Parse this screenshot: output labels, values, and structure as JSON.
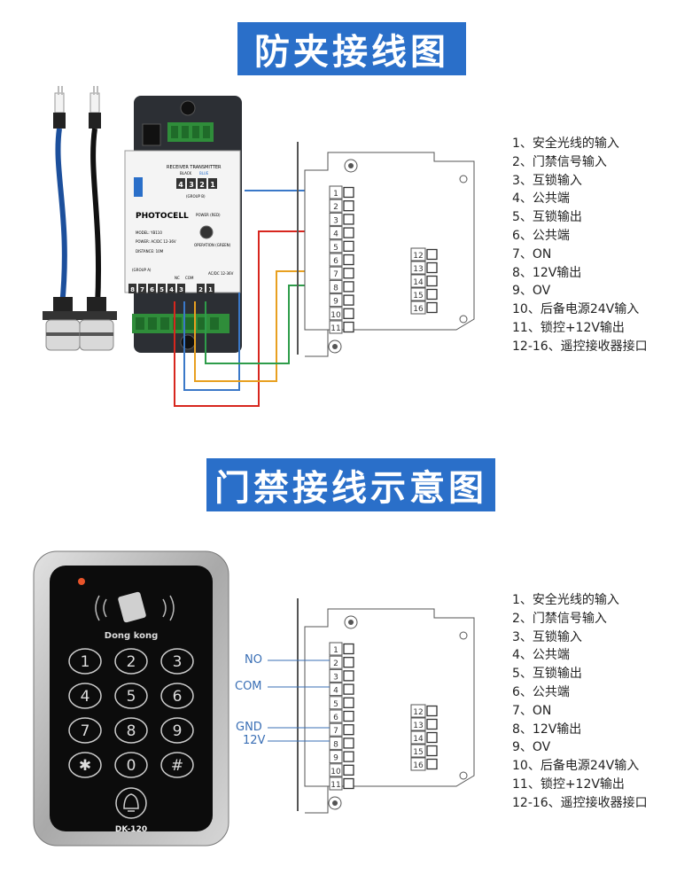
{
  "section1": {
    "title": "防夹接线图",
    "photocell": {
      "name": "PHOTOCELL",
      "model": "MODEL: YB110",
      "power": "POWER: AC/DC 12-36V",
      "distance": "DISTANCE: 10M",
      "receiver_transmitter": "RECEIVER TRANSMITTER",
      "black": "BLACK",
      "blue": "BLUE",
      "group_b": "(GROUP B)",
      "group_a": "(GROUP A)",
      "power_led": "POWER (RED)",
      "operation_led": "OPERATION (GREEN)",
      "top_terminals": [
        "4",
        "3",
        "2",
        "1"
      ],
      "bottom_terminals": [
        "8",
        "7",
        "6",
        "5",
        "4",
        "3",
        "2",
        "1"
      ],
      "bottom_labels": [
        "NC",
        "COM",
        "AC/DC 12-36V"
      ]
    },
    "wire_colors": {
      "blue": "#3a78c8",
      "red": "#d7261e",
      "orange": "#e8a020",
      "green": "#2e9c4a"
    }
  },
  "section2": {
    "title": "门禁接线示意图",
    "keypad": {
      "brand": "Dong kong",
      "model": "DK-120",
      "keys": [
        "1",
        "2",
        "3",
        "4",
        "5",
        "6",
        "7",
        "8",
        "9",
        "✱",
        "0",
        "#"
      ]
    },
    "wire_labels": [
      "NO",
      "COM",
      "GND",
      "12V"
    ]
  },
  "board": {
    "left_terminals": [
      "1",
      "2",
      "3",
      "4",
      "5",
      "6",
      "7",
      "8",
      "9",
      "10",
      "11"
    ],
    "right_terminals": [
      "12",
      "13",
      "14",
      "15",
      "16"
    ]
  },
  "terminal_descriptions": [
    "1、安全光线的输入",
    "2、门禁信号输入",
    "3、互锁输入",
    "4、公共端",
    "5、互锁输出",
    "6、公共端",
    "7、ON",
    "8、12V输出",
    "9、OV",
    "10、后备电源24V输入",
    "11、锁控+12V输出",
    "12-16、遥控接收器接口"
  ]
}
